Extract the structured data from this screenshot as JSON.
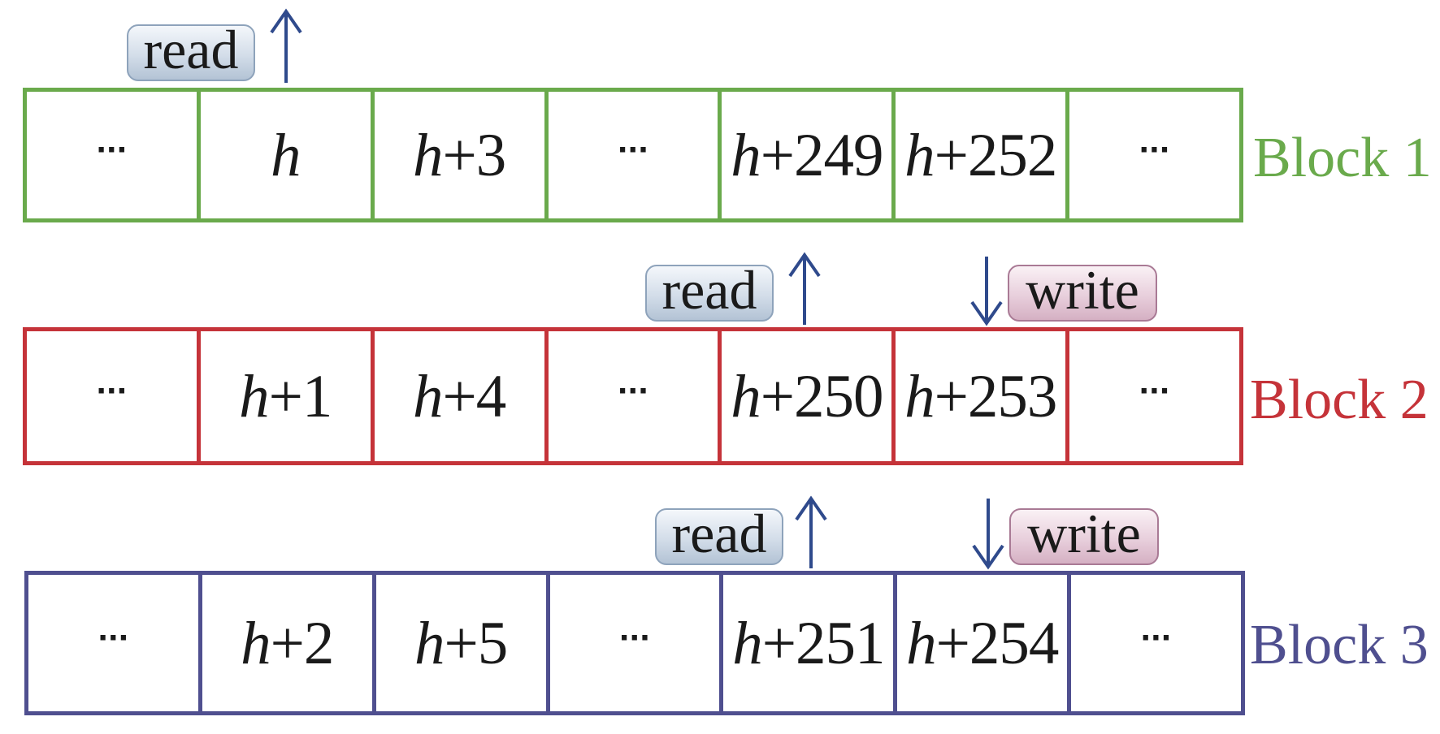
{
  "colors": {
    "block1": "#6aaa4c",
    "block2": "#c53339",
    "block3": "#4f4f8f",
    "arrow": "#2f4a8c"
  },
  "tags": {
    "read": "read",
    "write": "write"
  },
  "blocks": [
    {
      "label": "Block 1",
      "cells": [
        {
          "var": "",
          "suffix": "···"
        },
        {
          "var": "h",
          "suffix": ""
        },
        {
          "var": "h",
          "suffix": "+3"
        },
        {
          "var": "",
          "suffix": "···"
        },
        {
          "var": "h",
          "suffix": "+249"
        },
        {
          "var": "h",
          "suffix": "+252"
        },
        {
          "var": "",
          "suffix": "···"
        }
      ]
    },
    {
      "label": "Block 2",
      "cells": [
        {
          "var": "",
          "suffix": "···"
        },
        {
          "var": "h",
          "suffix": "+1"
        },
        {
          "var": "h",
          "suffix": "+4"
        },
        {
          "var": "",
          "suffix": "···"
        },
        {
          "var": "h",
          "suffix": "+250"
        },
        {
          "var": "h",
          "suffix": "+253"
        },
        {
          "var": "",
          "suffix": "···"
        }
      ]
    },
    {
      "label": "Block 3",
      "cells": [
        {
          "var": "",
          "suffix": "···"
        },
        {
          "var": "h",
          "suffix": "+2"
        },
        {
          "var": "h",
          "suffix": "+5"
        },
        {
          "var": "",
          "suffix": "···"
        },
        {
          "var": "h",
          "suffix": "+251"
        },
        {
          "var": "h",
          "suffix": "+254"
        },
        {
          "var": "",
          "suffix": "···"
        }
      ]
    }
  ]
}
